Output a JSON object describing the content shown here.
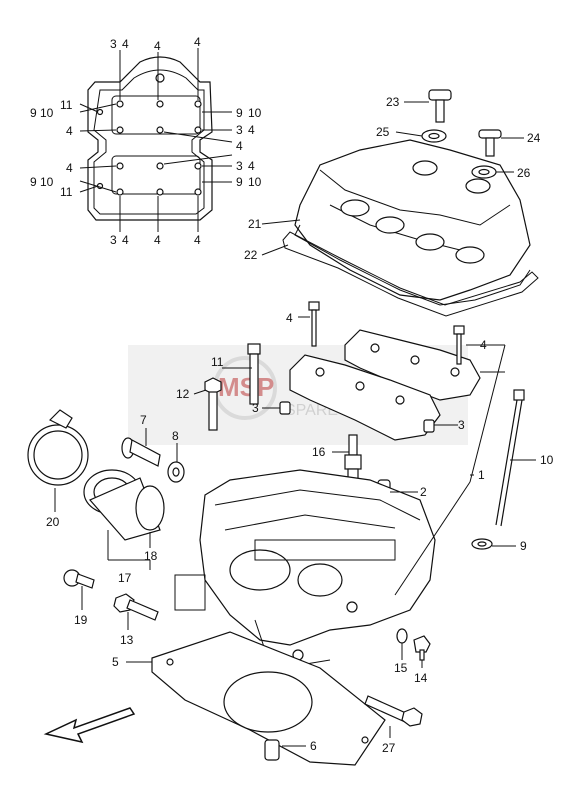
{
  "watermark": {
    "logo": "MSP",
    "text": "SPARE PARTS",
    "color": "#c8c8c8",
    "accent": "#b03030"
  },
  "gasket_diagram": {
    "top_labels": [
      "3",
      "4",
      "4",
      "4"
    ],
    "side_labels_left": [
      "9",
      "10",
      "11",
      "4",
      "4",
      "9",
      "10",
      "11"
    ],
    "side_labels_right": [
      "9",
      "10",
      "3",
      "4",
      "4",
      "3",
      "4",
      "9",
      "10"
    ],
    "bottom_labels": [
      "3",
      "4",
      "4",
      "4"
    ]
  },
  "callouts": {
    "p1": "1",
    "p2": "2",
    "p3a": "3",
    "p3b": "3",
    "p4a": "4",
    "p4b": "4",
    "p5": "5",
    "p6": "6",
    "p7": "7",
    "p8": "8",
    "p9": "9",
    "p10": "10",
    "p11": "11",
    "p12": "12",
    "p13": "13",
    "p14": "14",
    "p15": "15",
    "p16": "16",
    "p17": "17",
    "p18": "18",
    "p19": "19",
    "p20": "20",
    "p21": "21",
    "p22": "22",
    "p23": "23",
    "p24": "24",
    "p25": "25",
    "p26": "26",
    "p27": "27"
  },
  "front_arrow_icon": "arrow-down-left-icon"
}
